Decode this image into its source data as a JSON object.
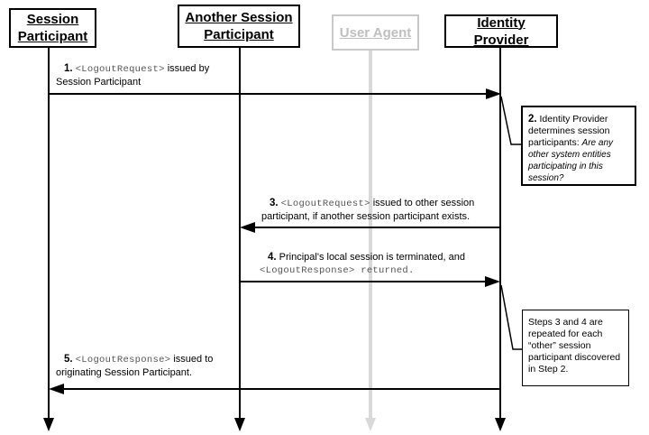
{
  "diagram": {
    "type": "sequence-diagram",
    "topic": "Single Logout message flow"
  },
  "actors": [
    {
      "label": "Session Participant",
      "muted": false
    },
    {
      "label": "Another Session Participant",
      "muted": false
    },
    {
      "label": "User Agent",
      "muted": true
    },
    {
      "label": "Identity Provider",
      "muted": false
    }
  ],
  "messages": [
    {
      "num": "1.",
      "mono": "<LogoutRequest>",
      "after": "issued by Session Participant",
      "from": "Session Participant",
      "to": "Identity Provider"
    },
    {
      "num": "3.",
      "mono": "<LogoutRequest>",
      "after": "issued to other session participant, if another session participant exists.",
      "from": "Identity Provider",
      "to": "Another Session Participant"
    },
    {
      "num": "4.",
      "before": "Principal's local session is terminated, and",
      "mono": "<LogoutResponse> returned.",
      "from": "Another Session Participant",
      "to": "Identity Provider"
    },
    {
      "num": "5.",
      "mono": "<LogoutResponse>",
      "after": "issued to originating Session Participant.",
      "from": "Identity Provider",
      "to": "Session Participant"
    }
  ],
  "annotations": [
    {
      "num": "2.",
      "plain": "Identity Provider determines session participants:",
      "italic": "Are any other system entities participating in this session?"
    },
    {
      "text": "Steps 3 and 4 are repeated for each “other” session participant discovered in Step 2."
    }
  ],
  "colors": {
    "line": "#000000",
    "muted_box": "#c9c9c9",
    "muted_lifeline": "#d9d9d9",
    "mono_text": "#555555",
    "background": "#ffffff"
  }
}
